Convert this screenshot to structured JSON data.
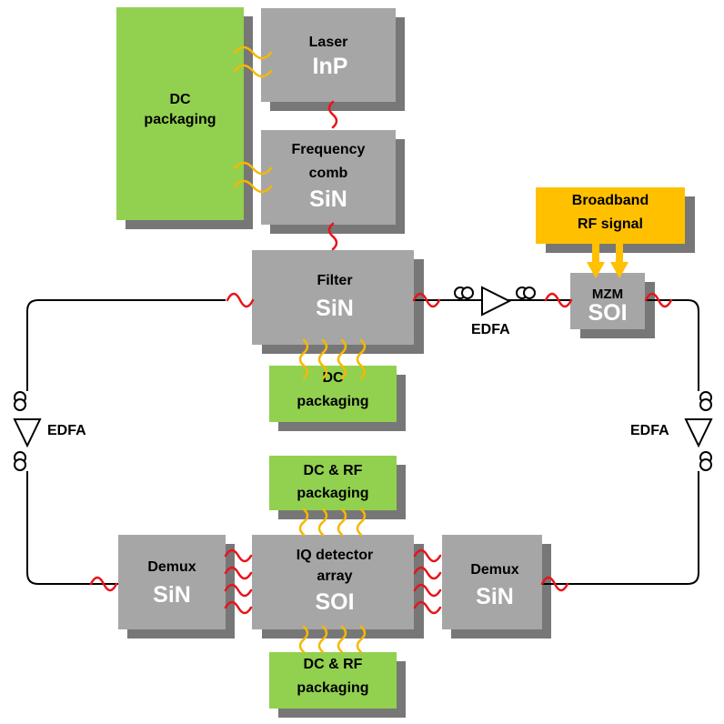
{
  "blocks": {
    "laser": {
      "name": "Laser",
      "material": "InP"
    },
    "comb": {
      "name1": "Frequency",
      "name2": "comb",
      "material": "SiN"
    },
    "filter": {
      "name": "Filter",
      "material": "SiN"
    },
    "mzm": {
      "name": "MZM",
      "material": "SOI"
    },
    "iq": {
      "name1": "IQ detector",
      "name2": "array",
      "material": "SOI"
    },
    "demux_left": {
      "name": "Demux",
      "material": "SiN"
    },
    "demux_right": {
      "name": "Demux",
      "material": "SiN"
    },
    "dc_top": {
      "line1": "DC",
      "line2": "packaging"
    },
    "dc_filter": {
      "line1": "DC",
      "line2": "packaging"
    },
    "dcrf_top": {
      "line1": "DC  &  RF",
      "line2": "packaging"
    },
    "dcrf_bottom": {
      "line1": "DC  &  RF",
      "line2": "packaging"
    },
    "rf_signal": {
      "line1": "Broadband",
      "line2": "RF signal"
    }
  },
  "labels": {
    "edfa_center": "EDFA",
    "edfa_left": "EDFA",
    "edfa_right": "EDFA"
  },
  "colors": {
    "chip": "#a6a6a6",
    "chip_shadow": "#777777",
    "packaging": "#92d050",
    "rf": "#ffc000",
    "optical_link": "#e8141b",
    "electrical_link": "#f5b800",
    "fiber": "#000000"
  }
}
